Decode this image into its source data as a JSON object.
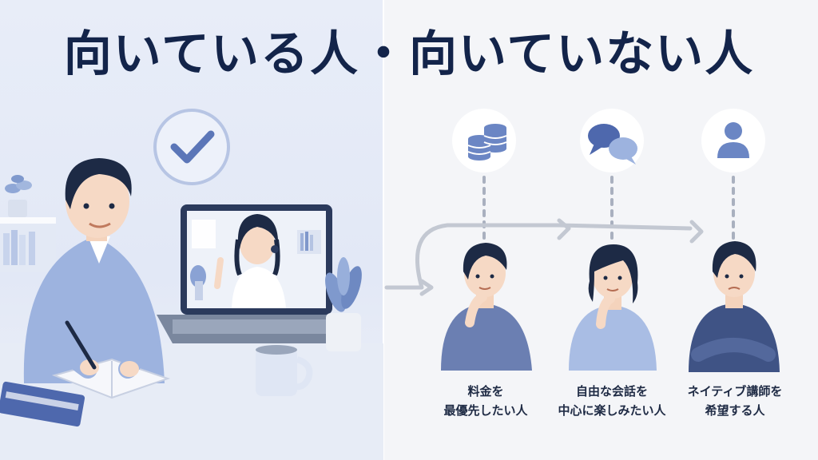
{
  "title": "向いている人・向いていない人",
  "icons": {
    "check": "check-icon",
    "coins": "coin-stack-icon",
    "chat": "chat-bubbles-icon",
    "person": "person-icon"
  },
  "people": [
    {
      "line1": "料金を",
      "line2": "最優先したい人"
    },
    {
      "line1": "自由な会話を",
      "line2": "中心に楽しみたい人"
    },
    {
      "line1": "ネイティブ講師を",
      "line2": "希望する人"
    }
  ],
  "colors": {
    "title": "#13244a",
    "accent": "#5b76b8",
    "left_bg": "#e6ecf7",
    "right_bg": "#f4f5f8"
  }
}
